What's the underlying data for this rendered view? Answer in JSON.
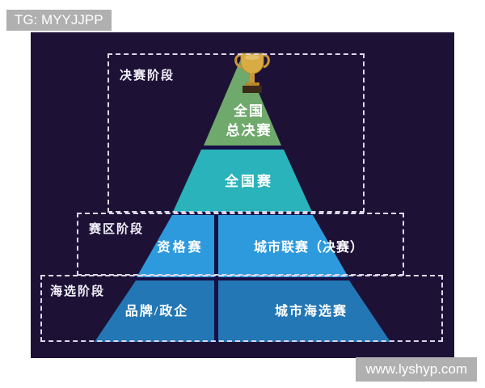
{
  "watermarks": {
    "top_left": "TG: MYYJJPP",
    "bottom_right": "www.lyshyp.com"
  },
  "colors": {
    "panel_background": "#1d1236",
    "tier_final_green": "#6fa96c",
    "tier_national_teal": "#2ab3ba",
    "tier_region_blue": "#2e9ade",
    "tier_audition_blue": "#2377b4",
    "divider_navy": "#171046",
    "dashed_border": "#dcd7ea",
    "text_white": "#ffffff",
    "watermark_gray": "#b0b0b0",
    "trophy_gold": "#d8a93f"
  },
  "diagram": {
    "type": "pyramid",
    "title_icon": "trophy-icon",
    "stages": [
      {
        "id": "final",
        "label": "决赛阶段"
      },
      {
        "id": "region",
        "label": "赛区阶段"
      },
      {
        "id": "audition",
        "label": "海选阶段"
      }
    ],
    "tiers": [
      {
        "id": "national-final",
        "level": 1,
        "color": "#6fa96c",
        "stage": "决赛阶段",
        "blocks": [
          {
            "label_line1": "全国",
            "label_line2": "总决赛"
          }
        ]
      },
      {
        "id": "national",
        "level": 2,
        "color": "#2ab3ba",
        "stage": "决赛阶段",
        "blocks": [
          {
            "label": "全国赛"
          }
        ]
      },
      {
        "id": "region",
        "level": 3,
        "color": "#2e9ade",
        "stage": "赛区阶段",
        "blocks": [
          {
            "label": "资格赛"
          },
          {
            "label": "城市联赛（决赛）"
          }
        ]
      },
      {
        "id": "audition",
        "level": 4,
        "color": "#2377b4",
        "stage": "海选阶段",
        "blocks": [
          {
            "label": "品牌/政企"
          },
          {
            "label": "城市海选赛"
          }
        ]
      }
    ]
  }
}
